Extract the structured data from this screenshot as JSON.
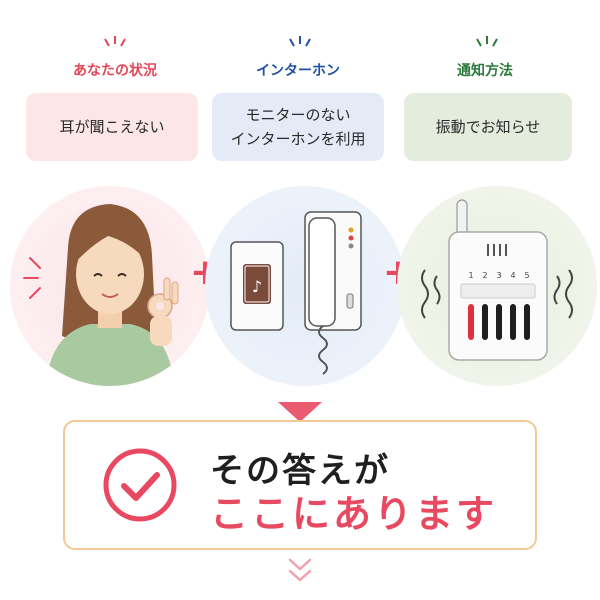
{
  "columns": [
    {
      "title": "あなたの状況",
      "box": [
        "耳が聞こえない"
      ]
    },
    {
      "title": "インターホン",
      "box": [
        "モニターのない",
        "インターホンを利用"
      ]
    },
    {
      "title": "通知方法",
      "box": [
        "振動でお知らせ"
      ]
    }
  ],
  "plus_sign": "+",
  "device_numbers": [
    "1",
    "2",
    "3",
    "4",
    "5"
  ],
  "answer": {
    "line1": "その答えが",
    "line2": "ここにあります"
  },
  "colors": {
    "accent_red": "#e84860",
    "accent_blue": "#2050a8",
    "accent_green": "#2a7a3a",
    "box_border": "#f2c896"
  },
  "icons": [
    "check-circle-icon",
    "music-note-icon",
    "double-chevron-down-icon"
  ]
}
